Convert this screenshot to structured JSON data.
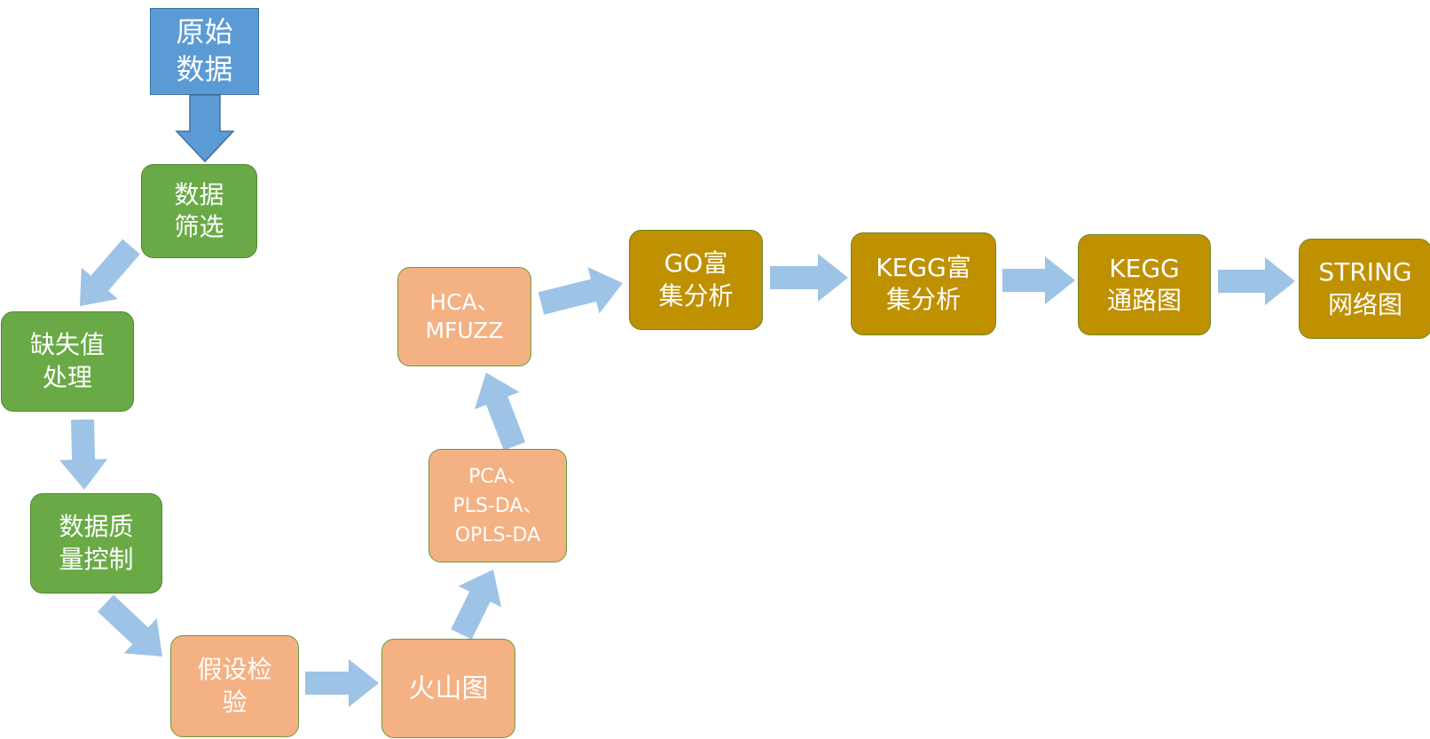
{
  "nodes": {
    "start": {
      "lines": [
        "原始",
        "数据"
      ]
    },
    "filter": {
      "lines": [
        "数据",
        "筛选"
      ]
    },
    "missing": {
      "lines": [
        "缺失值",
        "处理"
      ]
    },
    "qc": {
      "lines": [
        "数据质",
        "量控制"
      ]
    },
    "test": {
      "lines": [
        "假设检",
        "验"
      ]
    },
    "volcano": {
      "lines": [
        "火山图"
      ]
    },
    "pca": {
      "lines": [
        "PCA、",
        "PLS-DA、",
        "OPLS-DA"
      ]
    },
    "hca": {
      "lines": [
        "HCA、",
        "MFUZZ"
      ]
    },
    "go": {
      "lines": [
        "GO富",
        "集分析"
      ]
    },
    "kegg_enrich": {
      "lines": [
        "KEGG富",
        "集分析"
      ]
    },
    "kegg_path": {
      "lines": [
        "KEGG",
        "通路图"
      ]
    },
    "string": {
      "lines": [
        "STRING",
        "网络图"
      ]
    }
  },
  "colors": {
    "start_fill": "#5b9bd5",
    "green_fill": "#6aaa46",
    "salmon_fill": "#f4b183",
    "gold_fill": "#bf9000",
    "arrow_fill": "#9dc3e6",
    "start_arrow_fill": "#5b9bd5"
  }
}
